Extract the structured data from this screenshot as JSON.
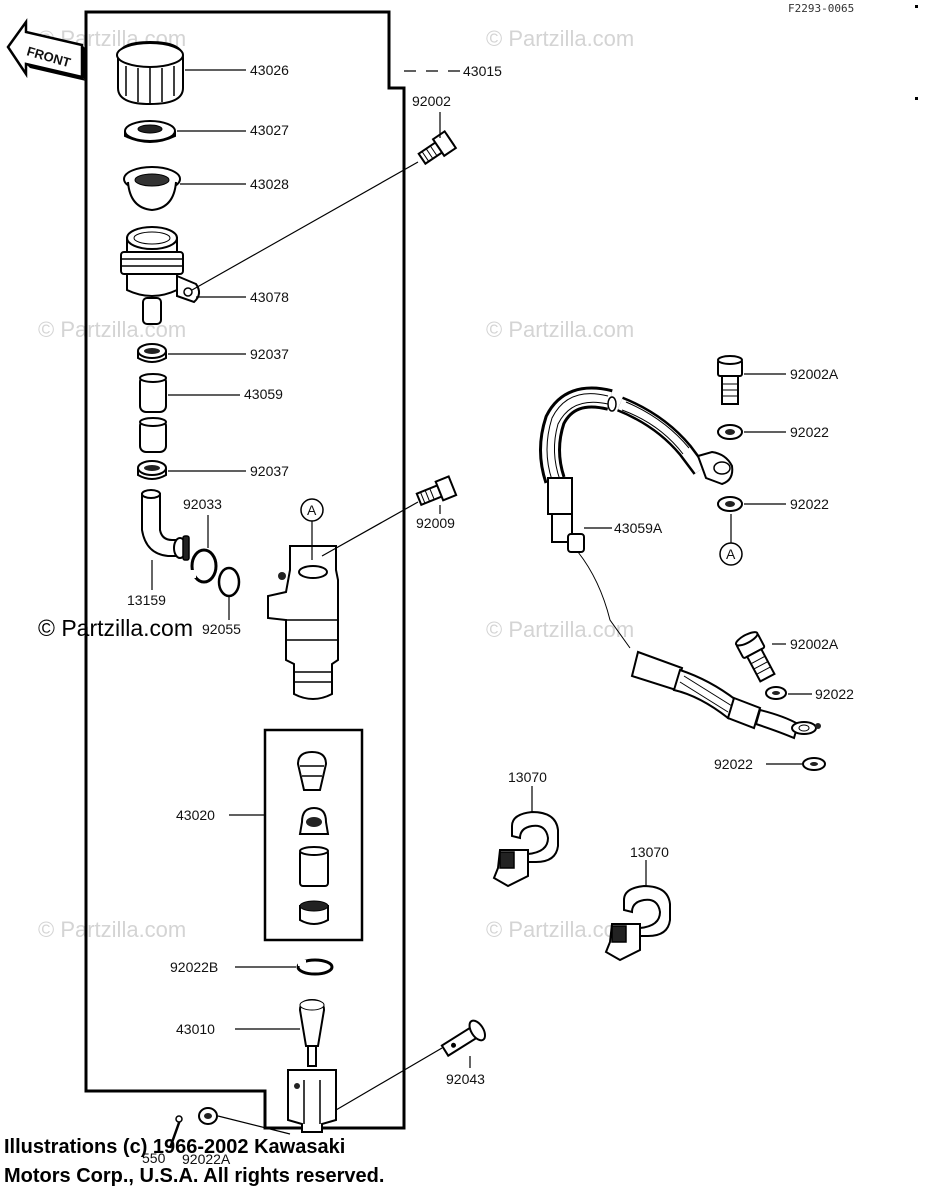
{
  "diagram": {
    "code": "F2293-0065",
    "front_label": "FRONT",
    "ref_marker": "A",
    "watermark": "© Partzilla.com",
    "main_watermark": "© Partzilla.com",
    "copyright_line1": "Illustrations (c) 1966-2002 Kawasaki",
    "copyright_line2": "Motors Corp., U.S.A.  All rights reserved.",
    "labels": {
      "p43026": "43026",
      "p43015": "43015",
      "p92002": "92002",
      "p43027": "43027",
      "p43028": "43028",
      "p43078": "43078",
      "p92037a": "92037",
      "p43059": "43059",
      "p92037b": "92037",
      "p92033": "92033",
      "p13159": "13159",
      "p92055": "92055",
      "p92009": "92009",
      "p43020": "43020",
      "p92022B": "92022B",
      "p43010": "43010",
      "p92043": "92043",
      "p550": "550",
      "p92022A": "92022A",
      "p92002A_top": "92002A",
      "p92022_1": "92022",
      "p92022_2": "92022",
      "p43059A": "43059A",
      "p92002A_bot": "92002A",
      "p92022_3": "92022",
      "p92022_4": "92022",
      "p13070a": "13070",
      "p13070b": "13070"
    }
  }
}
